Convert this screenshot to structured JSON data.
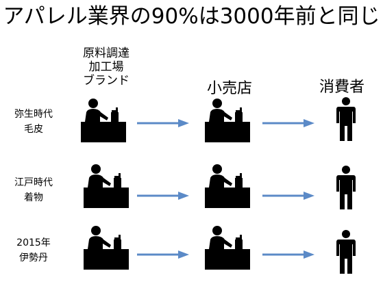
{
  "title": "アパレル業界の90%は3000年前と同じ",
  "columns": {
    "source": [
      "原料調達",
      "加工場",
      "ブランド"
    ],
    "retail": "小売店",
    "consumer": "消費者"
  },
  "rows": [
    {
      "label": [
        "弥生時代",
        "毛皮"
      ]
    },
    {
      "label": [
        "江戸時代",
        "着物"
      ]
    },
    {
      "label": [
        "2015年",
        "伊勢丹"
      ]
    }
  ],
  "colors": {
    "arrow": "#5b8ac7",
    "ink": "#000000"
  },
  "icons": {
    "workstation": "person-at-desk-icon",
    "consumer": "person-standing-icon",
    "arrow": "arrow-right-icon"
  }
}
